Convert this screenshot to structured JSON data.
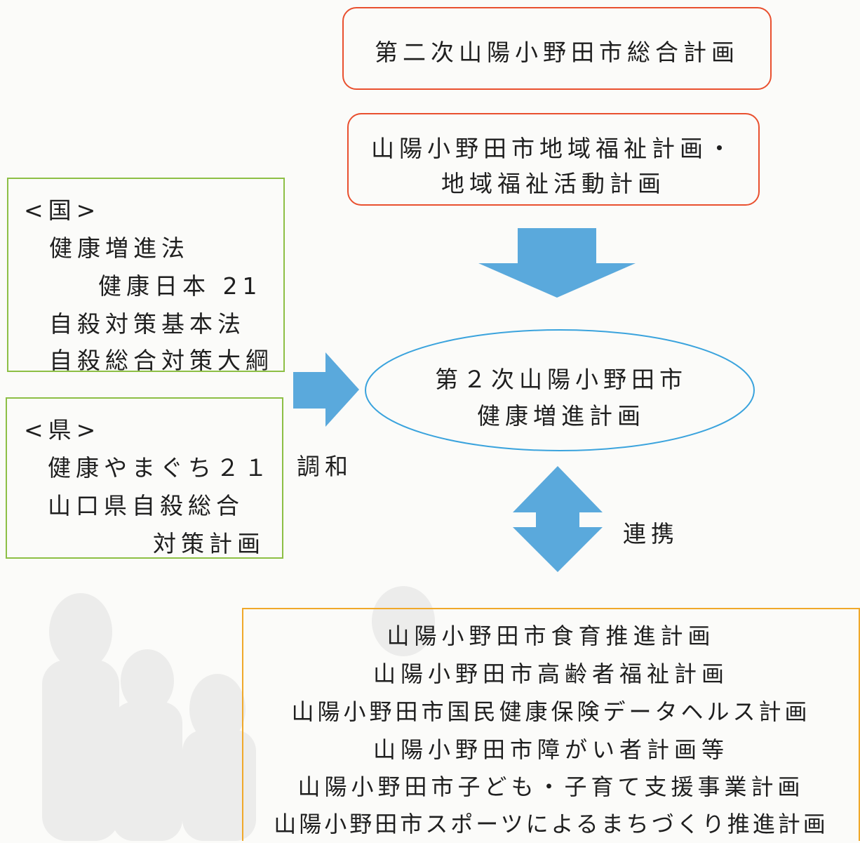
{
  "top_plan": "第二次山陽小野田市総合計画",
  "welfare_plan": {
    "line1": "山陽小野田市地域福祉計画・",
    "line2": "地域福祉活動計画"
  },
  "national": {
    "header": "<国>",
    "items": [
      "健康増進法",
      "健康日本 21",
      "自殺対策基本法",
      "自殺総合対策大綱"
    ]
  },
  "prefecture": {
    "header": "<県>",
    "items": [
      "健康やまぐち２１",
      "山口県自殺総合",
      "対策計画"
    ]
  },
  "harmony_label": "調和",
  "central_plan": {
    "line1": "第２次山陽小野田市",
    "line2": "健康増進計画"
  },
  "cooperation_label": "連携",
  "related_plans": [
    "山陽小野田市食育推進計画",
    "山陽小野田市高齢者福祉計画",
    "山陽小野田市国民健康保険データヘルス計画",
    "山陽小野田市障がい者計画等",
    "山陽小野田市子ども・子育て支援事業計画",
    "山陽小野田市スポーツによるまちづくり推進計画"
  ],
  "colors": {
    "red_border": "#e9502f",
    "green_border": "#8dbf45",
    "orange_border": "#f0a82a",
    "blue_ellipse": "#3aa3dd",
    "arrow_fill": "#5aa9dc"
  }
}
